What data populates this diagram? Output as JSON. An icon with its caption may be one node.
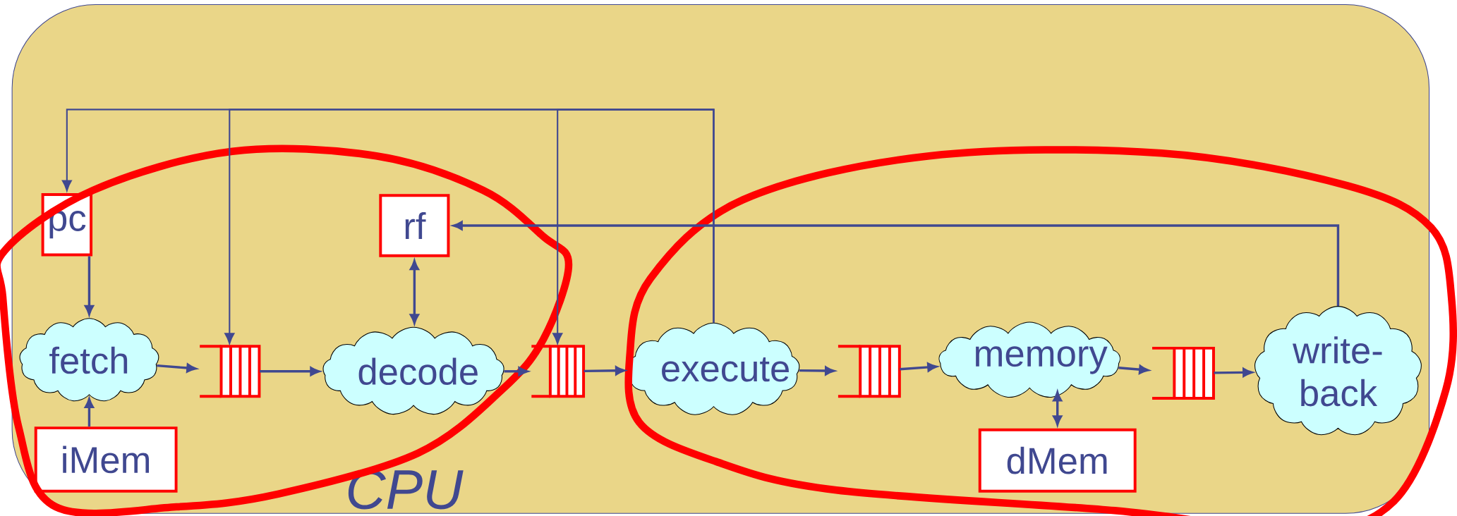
{
  "diagram": {
    "nodes": [
      {
        "text": [
          "CPU"
        ]
      },
      {
        "text": [
          "pc"
        ],
        "in": 0
      },
      {
        "text": [
          "rf"
        ],
        "in": 0
      },
      {
        "text": [
          "fetch"
        ],
        "in": 0
      },
      {
        "text": [],
        "shape": "buffer",
        "in": 0
      },
      {
        "text": [
          "decode"
        ],
        "in": 0
      },
      {
        "text": [],
        "shape": "buffer",
        "in": 0
      },
      {
        "text": [
          "execute"
        ],
        "in": 0
      },
      {
        "text": [],
        "shape": "buffer",
        "in": 0
      },
      {
        "text": [
          "memory"
        ],
        "in": 0
      },
      {
        "text": [],
        "shape": "buffer",
        "in": 0
      },
      {
        "text": [
          "write- back"
        ],
        "in": 0
      },
      {
        "text": [
          "iMem"
        ],
        "in": 0
      },
      {
        "text": [
          "dMem"
        ],
        "in": 0
      }
    ],
    "edges": [
      {
        "from": 1,
        "to": 3,
        "arrow": "to"
      },
      {
        "from": 12,
        "to": 3,
        "arrow": "to"
      },
      {
        "from": 3,
        "to": 4,
        "arrow": "to"
      },
      {
        "from": 4,
        "to": 5,
        "arrow": "to"
      },
      {
        "from": 5,
        "to": 2,
        "arrow": "both"
      },
      {
        "from": 5,
        "to": 6,
        "arrow": "to"
      },
      {
        "from": 6,
        "to": 7,
        "arrow": "to"
      },
      {
        "from": 7,
        "to": 8,
        "arrow": "to"
      },
      {
        "from": 8,
        "to": 9,
        "arrow": "to"
      },
      {
        "from": 9,
        "to": 13,
        "arrow": "both"
      },
      {
        "from": 9,
        "to": 10,
        "arrow": "to"
      },
      {
        "from": 10,
        "to": 11,
        "arrow": "to"
      },
      {
        "from": 11,
        "to": 2,
        "arrow": "to"
      },
      {
        "from": 7,
        "to": 1,
        "arrow": "to"
      },
      {
        "from": 7,
        "to": 4,
        "arrow": "to"
      },
      {
        "from": 7,
        "to": 6,
        "arrow": "to"
      }
    ]
  }
}
